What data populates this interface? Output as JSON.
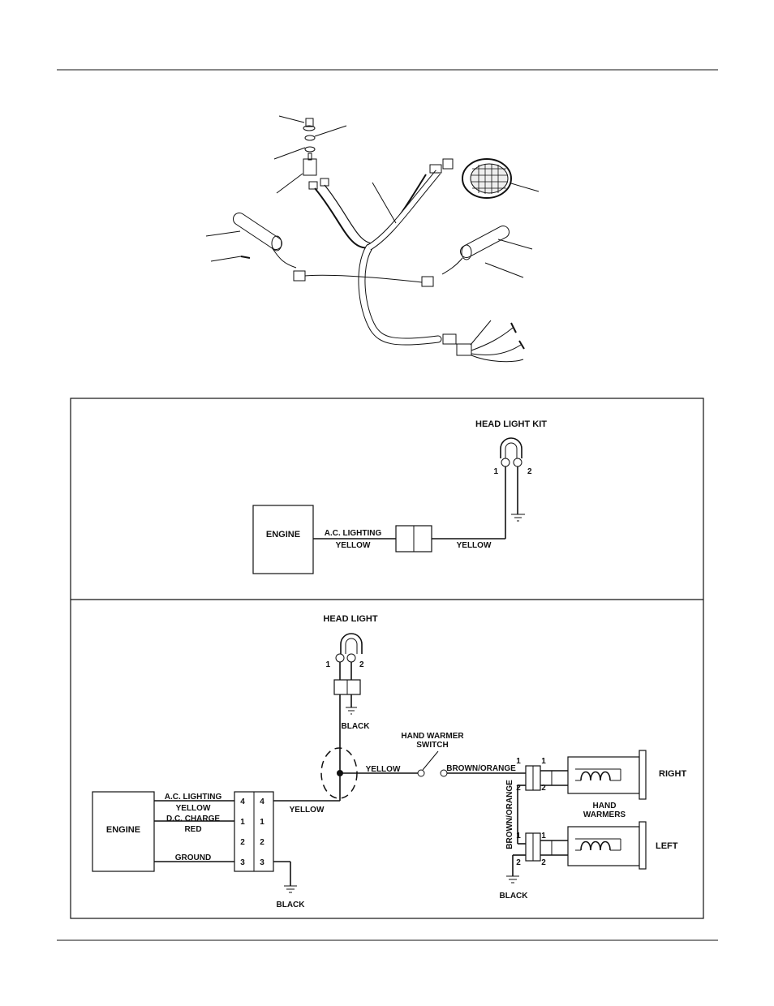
{
  "wiring_kit": {
    "head_light": "HEAD LIGHT KIT",
    "pin1": "1",
    "pin2": "2",
    "engine": "ENGINE",
    "ac_lighting": "A.C. LIGHTING",
    "yellow_left": "YELLOW",
    "yellow_right": "YELLOW"
  },
  "wiring_warmers": {
    "head_light": "HEAD LIGHT",
    "pin1": "1",
    "pin2": "2",
    "black_top": "BLACK",
    "switch_line1": "HAND WARMER",
    "switch_line2": "SWITCH",
    "yellow_switch": "YELLOW",
    "brown_orange_h": "BROWN/ORANGE",
    "brown_orange_v": "BROWN/ORANGE",
    "engine": "ENGINE",
    "ac_lighting": "A.C. LIGHTING",
    "yellow_ac": "YELLOW",
    "dc_charge": "D.C. CHARGE",
    "red": "RED",
    "ground": "GROUND",
    "yellow_main": "YELLOW",
    "black_bottom_left": "BLACK",
    "black_bottom_right": "BLACK",
    "connector_pins": [
      "4",
      "1",
      "2",
      "3"
    ],
    "warmer_pin1": "1",
    "warmer_pin2": "2",
    "right": "RIGHT",
    "left": "LEFT",
    "warmers_line1": "HAND",
    "warmers_line2": "WARMERS"
  }
}
